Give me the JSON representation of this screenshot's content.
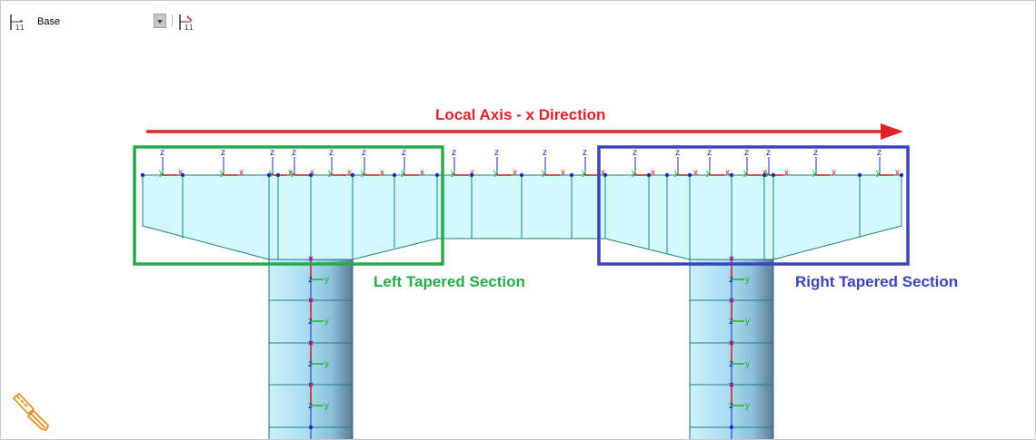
{
  "toolbar": {
    "view_selector_value": "Base",
    "left_icon": "level-axis-icon",
    "right_icon": "level-axis-edit-icon"
  },
  "annotations": {
    "axis_direction": "Local Axis - x Direction",
    "left_section": "Left Tapered Section",
    "right_section": "Right Tapered Section"
  },
  "axis_labels": {
    "z": "z",
    "y": "y",
    "x": "x"
  },
  "colors": {
    "beam_fill": "#d2f9fb",
    "beam_stroke": "#1f7f7f",
    "column_fill": "#b6e3f2",
    "axis_arrow": "#e32228",
    "left_box": "#2aa94b",
    "right_box": "#3b44b9",
    "node": "#1c2ac8",
    "local_z": "#1c2ac8",
    "local_y": "#18b818",
    "local_x": "#d01818"
  },
  "corner_icon": "pencil-ruler-icon"
}
